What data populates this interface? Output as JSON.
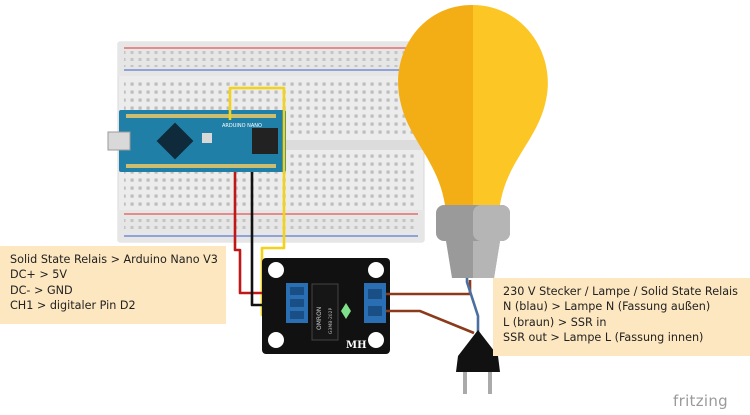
{
  "diagram": {
    "notes_left": {
      "lines": [
        "Solid State Relais > Arduino Nano V3",
        "DC+ > 5V",
        "DC- > GND",
        "CH1 > digitaler Pin D2"
      ]
    },
    "notes_right": {
      "lines": [
        "230 V Stecker / Lampe / Solid State Relais",
        "N (blau) > Lampe N (Fassung außen)",
        "L (braun) > SSR in",
        "SSR out > Lampe L (Fassung innen)"
      ]
    },
    "relay": {
      "maker_text": "MH",
      "label_text": "OMRON",
      "model_text": "G3MB-202P"
    },
    "arduino": {
      "board_text": "ARDUINO NANO"
    },
    "brand": "fritzing",
    "colors": {
      "breadboard": "#e9e9e9",
      "nano_board": "#1f7fa6",
      "relay_board": "#111111",
      "terminal_block": "#2a6fb3",
      "bulb_yellow": "#fcc225",
      "wire_red": "#c01818",
      "wire_black": "#111111",
      "wire_yellow": "#f2d31a",
      "wire_brown": "#8b3a1a",
      "wire_blue": "#4a6fa0",
      "note_bg": "#fde7c0"
    }
  }
}
